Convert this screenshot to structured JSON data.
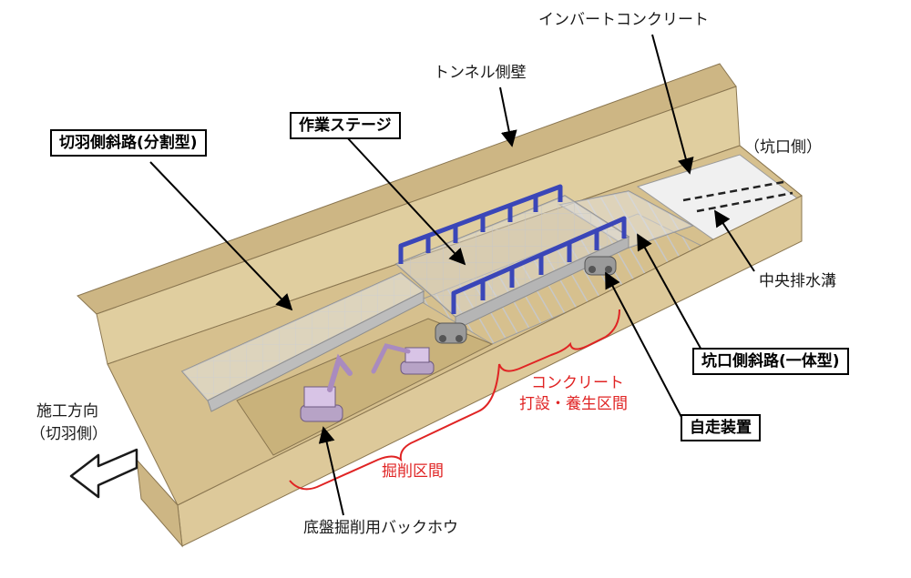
{
  "labels": {
    "invert_concrete": "インバートコンクリート",
    "tunnel_wall": "トンネル側壁",
    "portal_side": "（坑口側）",
    "face_ramp": "切羽側斜路(分割型)",
    "work_stage": "作業ステージ",
    "center_drain": "中央排水溝",
    "portal_ramp": "坑口側斜路(一体型)",
    "concrete_section_line1": "コンクリート",
    "concrete_section_line2": "打設・養生区間",
    "self_propelled": "自走装置",
    "excavation_section": "掘削区間",
    "direction_line1": "施工方向",
    "direction_line2": "（切羽側）",
    "backhoe": "底盤掘削用バックホウ"
  },
  "colors": {
    "soil": "#d9c495",
    "soil_dark": "#c8b07a",
    "stage_frame": "#3a46b8",
    "bracket_red": "#e02424",
    "backhoe": "#d8c4e6",
    "concrete": "#ececec"
  }
}
